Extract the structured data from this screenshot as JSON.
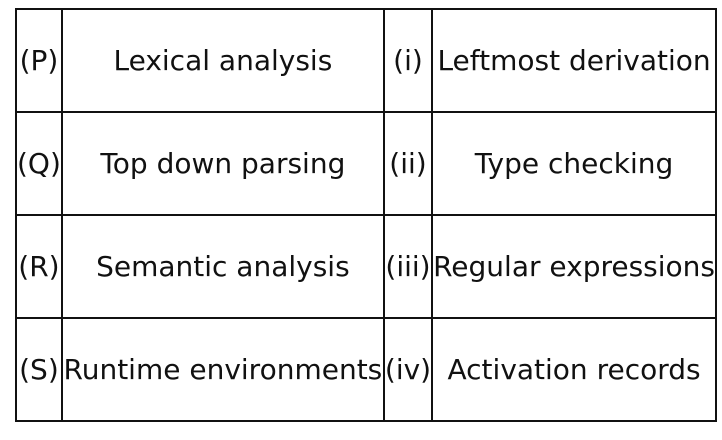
{
  "rows": [
    {
      "left_label": "(P)",
      "left_item": "Lexical analysis",
      "right_label": "(i)",
      "right_item": "Leftmost derivation"
    },
    {
      "left_label": "(Q)",
      "left_item": "Top down parsing",
      "right_label": "(ii)",
      "right_item": "Type checking"
    },
    {
      "left_label": "(R)",
      "left_item": "Semantic analysis",
      "right_label": "(iii)",
      "right_item": "Regular expressions"
    },
    {
      "left_label": "(S)",
      "left_item": "Runtime environments",
      "right_label": "(iv)",
      "right_item": "Activation records"
    }
  ]
}
